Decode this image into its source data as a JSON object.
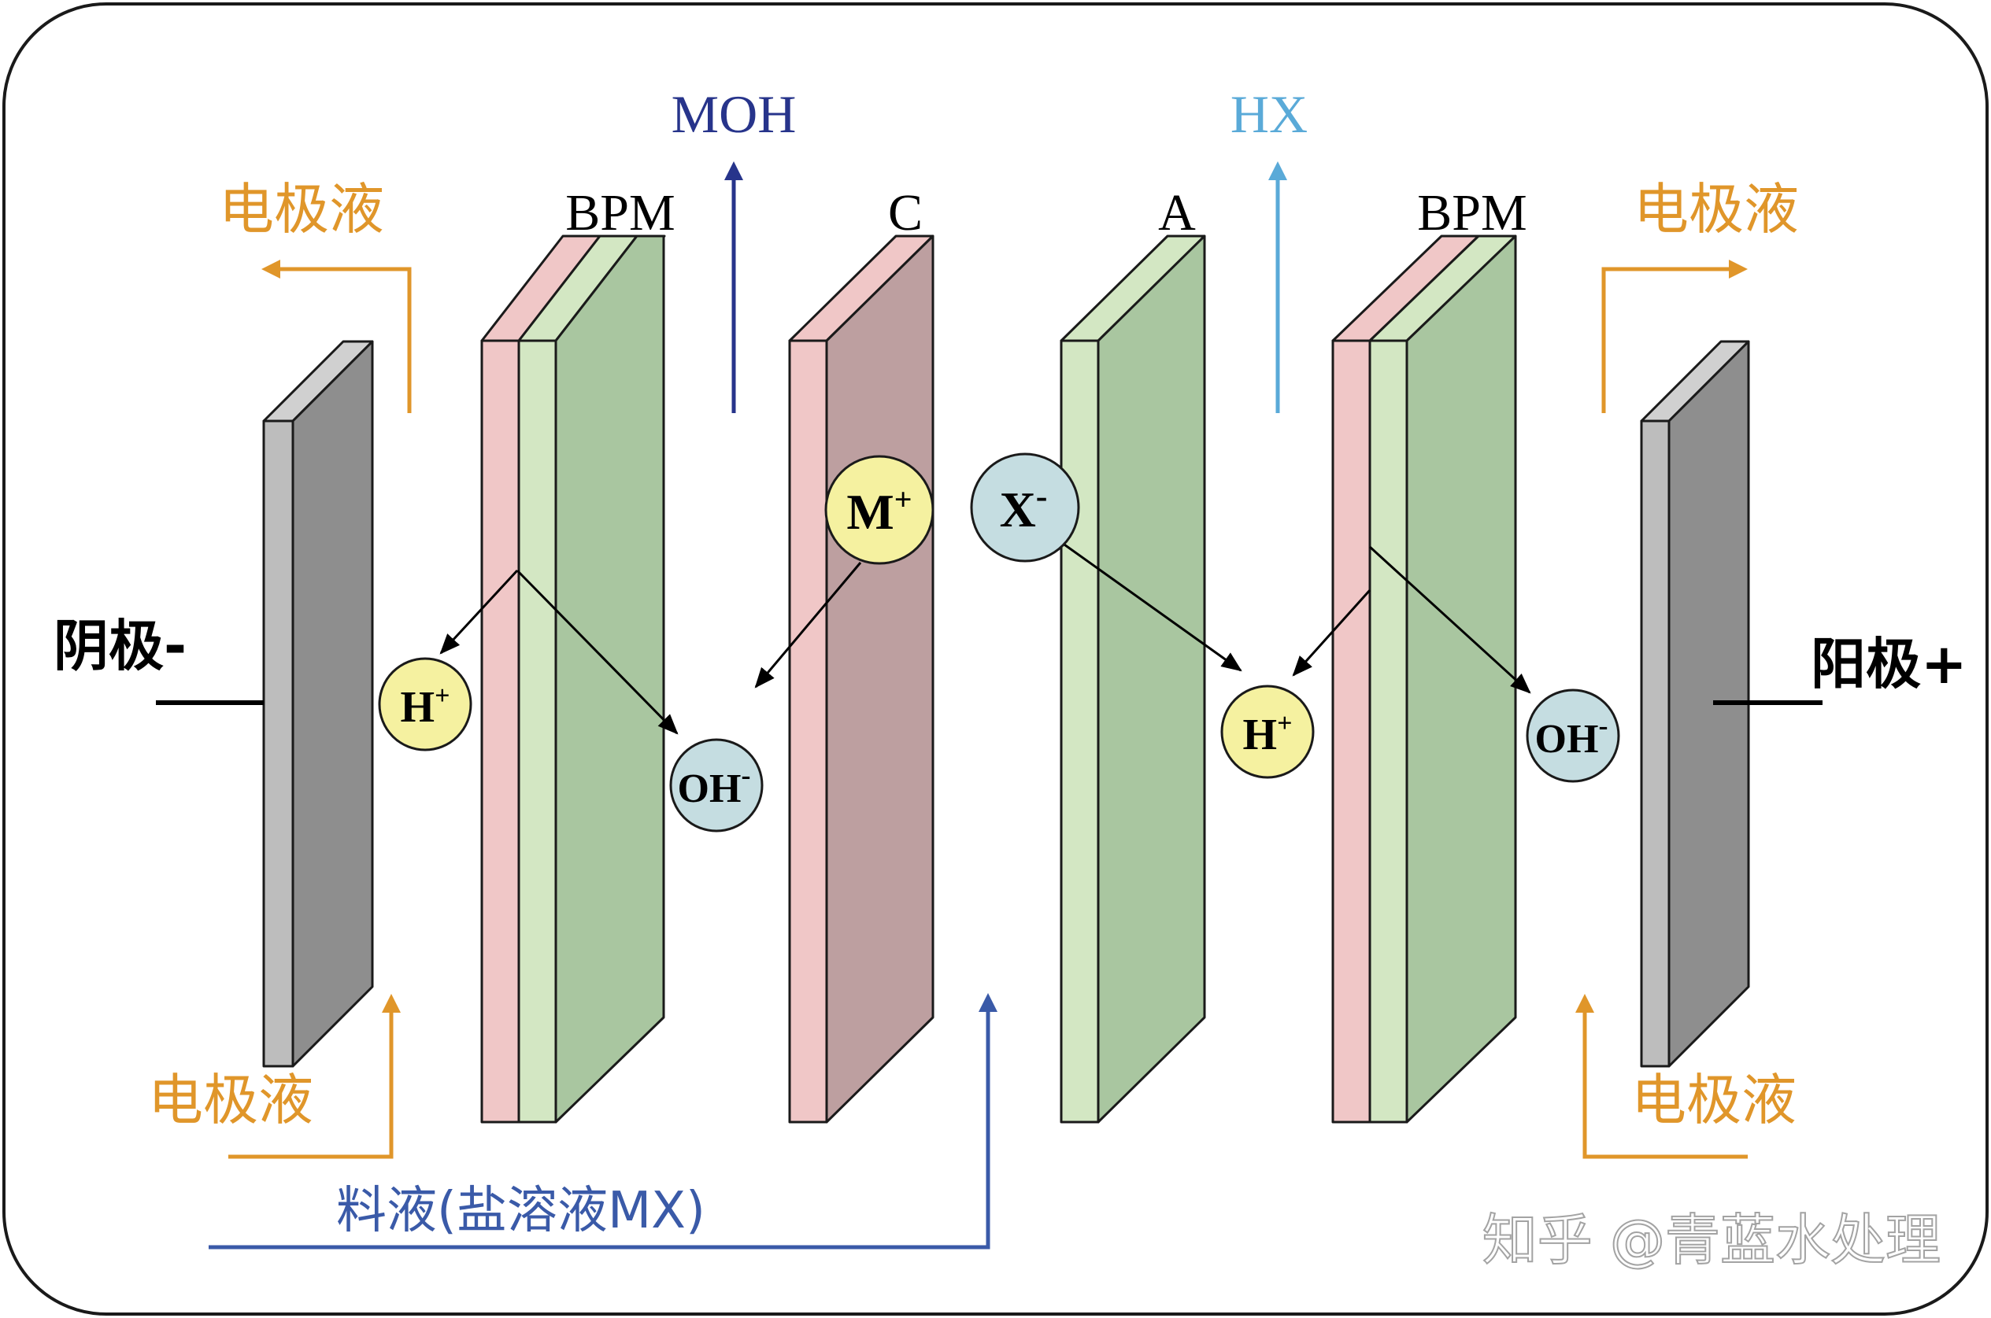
{
  "labels": {
    "moh": "MOH",
    "hx": "HX",
    "bpm_left": "BPM",
    "cation_membrane": "C",
    "anion_membrane": "A",
    "bpm_right": "BPM",
    "electrolyte_out_left": "电极液",
    "electrolyte_out_right": "电极液",
    "electrolyte_in_left": "电极液",
    "electrolyte_in_right": "电极液",
    "cathode": "阴极-",
    "anode": "阳极+",
    "feed": "料液(盐溶液MX)",
    "watermark": "知乎 @青蓝水处理"
  },
  "ions": {
    "h_left": {
      "base": "H",
      "charge": "+"
    },
    "oh_left": {
      "base": "OH",
      "charge": "-"
    },
    "m_plus": {
      "base": "M",
      "charge": "+"
    },
    "x_minus": {
      "base": "X",
      "charge": "-"
    },
    "h_right": {
      "base": "H",
      "charge": "+"
    },
    "oh_right": {
      "base": "OH",
      "charge": "-"
    }
  },
  "colors": {
    "orange": "#E0962A",
    "navy": "#27348B",
    "light_blue": "#5AAAD8",
    "feed_blue": "#3A5AA8",
    "electrode_front": "#BDBDBD",
    "electrode_side": "#8E8E8E",
    "cation_pink": "#F0C7C7",
    "cation_mauve": "#BD9FA0",
    "anion_light": "#D3E7C3",
    "anion_green": "#A9C6A0",
    "ion_yellow": "#F5F1A0",
    "ion_blue": "#C5DDE1"
  }
}
